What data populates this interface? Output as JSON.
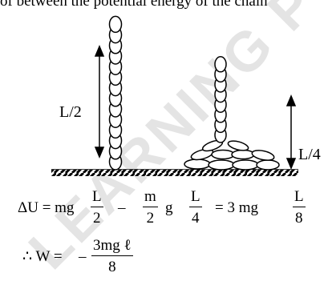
{
  "header_fragment": "of between the potential energy of the chain",
  "watermark": "LEARNING PVT",
  "labels": {
    "half_length": "L/2",
    "quarter_length": "L/4"
  },
  "equation_1": {
    "lhs": "ΔU = mg",
    "frac_a": {
      "num": "L",
      "den": "2"
    },
    "minus_1": "–",
    "frac_b": {
      "num": "m",
      "den": "2"
    },
    "g": "g",
    "frac_c": {
      "num": "L",
      "den": "4"
    },
    "middle": "= 3 mg",
    "frac_d": {
      "num": "L",
      "den": "8"
    }
  },
  "equation_2": {
    "lhs": "∴ W =",
    "sign": "–",
    "frac": {
      "num": "3mg ℓ",
      "den": "8"
    }
  }
}
